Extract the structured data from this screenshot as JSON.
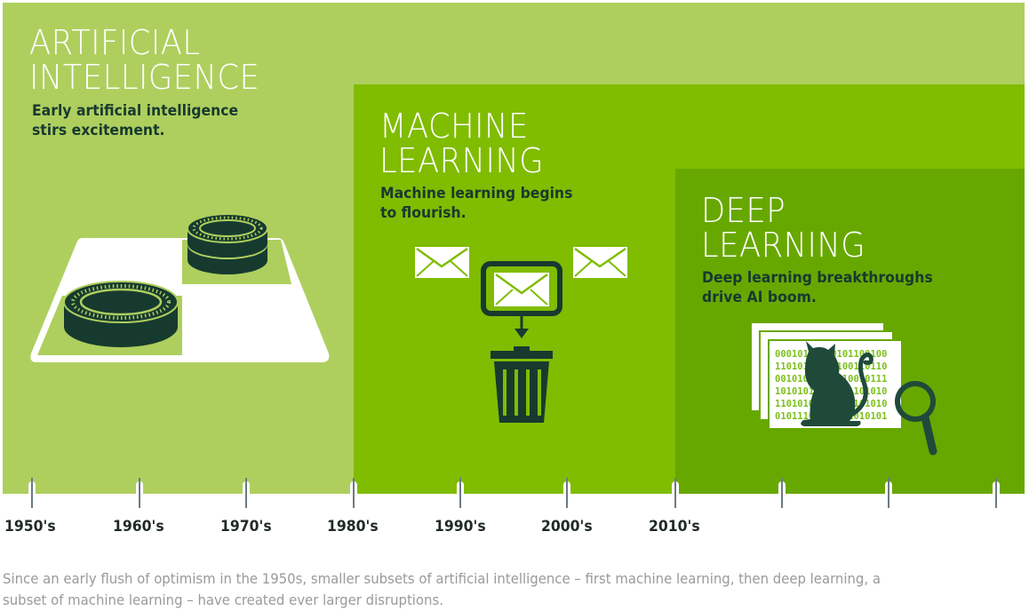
{
  "panels": {
    "ai": {
      "title": "ARTIFICIAL\nINTELLIGENCE",
      "subtitle": "Early artificial intelligence\nstirs excitement.",
      "color": "#aecf5e",
      "illustration": "checkers-board-icon"
    },
    "ml": {
      "title": "MACHINE\nLEARNING",
      "subtitle": "Machine learning begins\nto flourish.",
      "color": "#80bc00",
      "illustration": "email-spam-trash-icon"
    },
    "dl": {
      "title": "DEEP\nLEARNING",
      "subtitle": "Deep learning breakthroughs\ndrive AI boom.",
      "color": "#67a800",
      "illustration": "cat-recognition-magnifier-icon"
    }
  },
  "timeline": {
    "labels": [
      "1950's",
      "1960's",
      "1970's",
      "1980's",
      "1990's",
      "2000's",
      "2010's",
      "",
      "",
      ""
    ]
  },
  "binary": [
    "00010100010101100100",
    "11010101101100110110",
    "00101010101010010111",
    "10101010101011101010",
    "11010101011010101010",
    "01011101010101010101"
  ],
  "caption": "Since an early flush of optimism in the 1950s, smaller subsets of artificial intelligence – first machine learning, then deep learning, a subset of machine learning – have created ever larger disruptions."
}
